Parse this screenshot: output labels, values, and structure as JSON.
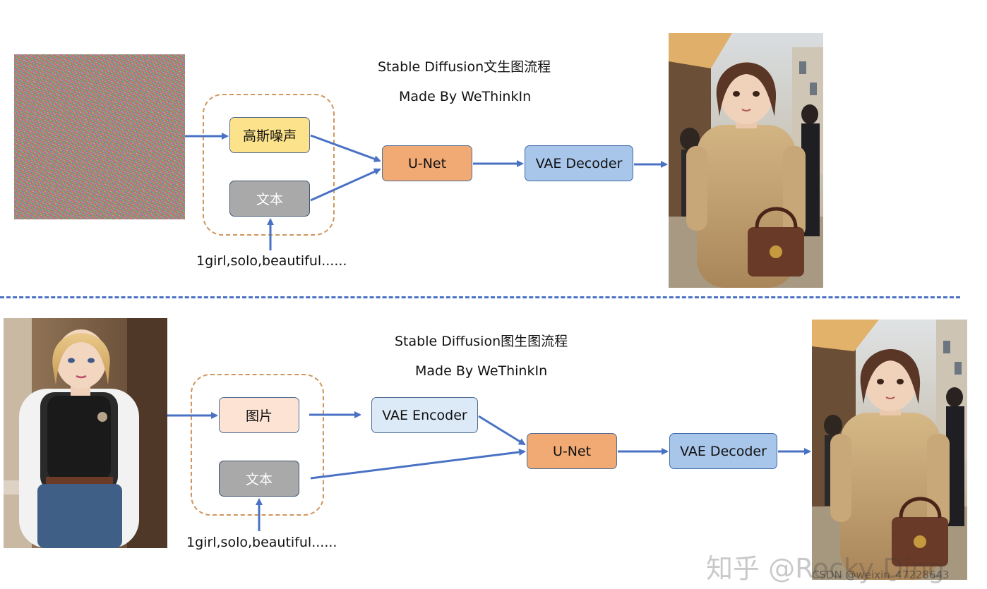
{
  "top": {
    "title": "Stable Diffusion文生图流程",
    "subtitle": "Made By WeThinkIn",
    "nodes": {
      "noise": "高斯噪声",
      "text": "文本",
      "unet": "U-Net",
      "vae_decoder": "VAE Decoder"
    },
    "prompt": "1girl,solo,beautiful......"
  },
  "bottom": {
    "title": "Stable Diffusion图生图流程",
    "subtitle": "Made By WeThinkIn",
    "nodes": {
      "image": "图片",
      "text": "文本",
      "vae_encoder": "VAE Encoder",
      "unet": "U-Net",
      "vae_decoder": "VAE Decoder"
    },
    "prompt": "1girl,solo,beautiful......"
  },
  "watermark": {
    "zhihu": "知乎 @Rocky Ding",
    "csdn": "CSDN @weixin_47228643"
  },
  "colors": {
    "arrow": "#4a72c4",
    "noise_box": "#fce28a",
    "text_box": "#a9a9a9",
    "image_box": "#fce3d4",
    "unet_box": "#f2aa74",
    "vae_decoder_box": "#a8c6ea",
    "vae_encoder_box": "#dce9f7",
    "group_border": "#d0955c"
  }
}
